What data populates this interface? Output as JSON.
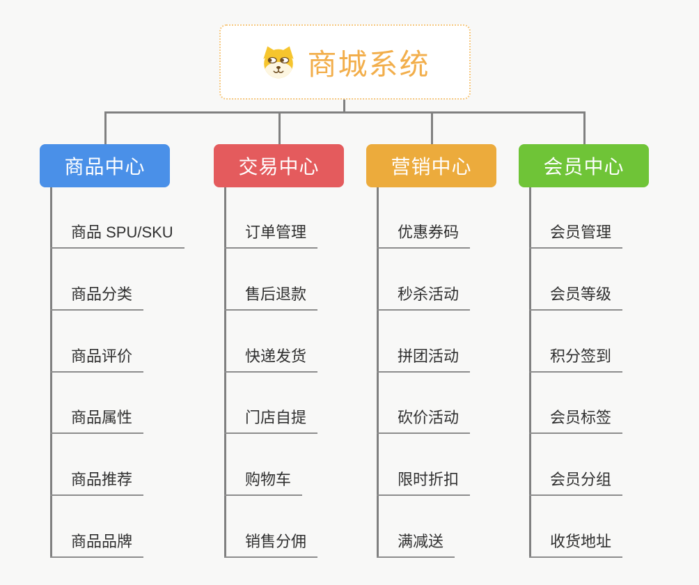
{
  "canvas": {
    "background": "#f8f8f7",
    "connector_color": "#808080",
    "underline_color": "#8c8c8c",
    "leaf_text_color": "#2f2f2f"
  },
  "root": {
    "title": "商城系统",
    "icon": "dog-face-icon",
    "text_color": "#f2ae4b",
    "border_color": "#f6c77d",
    "background": "#ffffff"
  },
  "branches": [
    {
      "label": "商品中心",
      "color": "#4a90e8",
      "children": [
        "商品 SPU/SKU",
        "商品分类",
        "商品评价",
        "商品属性",
        "商品推荐",
        "商品品牌"
      ]
    },
    {
      "label": "交易中心",
      "color": "#e45b5d",
      "children": [
        "订单管理",
        "售后退款",
        "快递发货",
        "门店自提",
        "购物车",
        "销售分佣"
      ]
    },
    {
      "label": "营销中心",
      "color": "#ecab3c",
      "children": [
        "优惠券码",
        "秒杀活动",
        "拼团活动",
        "砍价活动",
        "限时折扣",
        "满减送"
      ]
    },
    {
      "label": "会员中心",
      "color": "#6fc437",
      "children": [
        "会员管理",
        "会员等级",
        "积分签到",
        "会员标签",
        "会员分组",
        "收货地址"
      ]
    }
  ]
}
